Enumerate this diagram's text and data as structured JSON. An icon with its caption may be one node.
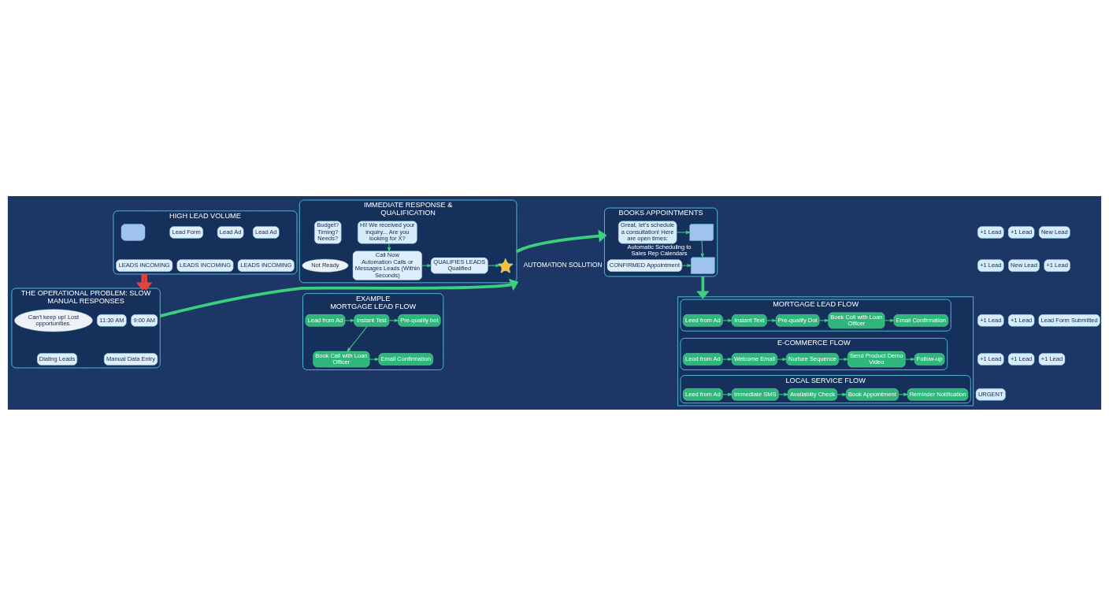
{
  "diagram": {
    "nodes": [
      {
        "text": [
          "HIGH LEAD VOLUME"
        ]
      },
      {
        "text": [
          "Lead Ad"
        ],
        "in": 0
      },
      {
        "text": [
          "Lead Ad"
        ],
        "in": 0
      },
      {
        "text": [
          "Lead Form"
        ],
        "in": 0
      },
      {
        "text": [],
        "shape": "box",
        "in": 0
      },
      {
        "text": [
          "LEADS INCOMING"
        ],
        "in": 0
      },
      {
        "text": [
          "LEADS INCOMING"
        ],
        "in": 0
      },
      {
        "text": [
          "LEADS INCOMING"
        ],
        "in": 0
      },
      {
        "text": [
          "THE OPERATIONAL PROBLEM: SLOW MANUAL RESPONSES"
        ]
      },
      {
        "text": [
          "9:00 AM"
        ],
        "in": 8
      },
      {
        "text": [
          "11:30 AM"
        ],
        "in": 8
      },
      {
        "text": [
          "Can't keep up! Lost opportunities."
        ],
        "in": 8
      },
      {
        "text": [
          "Manual Data Entry"
        ],
        "in": 8
      },
      {
        "text": [
          "Dialing Leads"
        ],
        "in": 8
      },
      {
        "text": [
          "IMMEDIATE RESPONSE & QUALIFICATION"
        ]
      },
      {
        "text": [
          "Hi! We received your inquiry... Are you looking for X?"
        ],
        "in": 14
      },
      {
        "text": [
          "Budget?",
          "Timing?",
          "Needs?"
        ],
        "in": 14
      },
      {
        "text": [
          "Call Now",
          "Automation Calls or Messages Leads (Within Seconds)"
        ],
        "in": 14
      },
      {
        "text": [
          "QUALIFIES LEADS",
          "Qualified"
        ],
        "in": 14
      },
      {
        "text": [],
        "shape": "star",
        "in": 14
      },
      {
        "text": [
          "Not Ready"
        ],
        "in": 14
      },
      {
        "text": [
          "BOOKS APPOINTMENTS"
        ]
      },
      {
        "text": [
          "Great, let's schedule a consultation! Here are open times:"
        ],
        "in": 21
      },
      {
        "text": [],
        "shape": "picture",
        "in": 21
      },
      {
        "text": [
          "CONFIRMED Appointment"
        ],
        "in": 21
      },
      {
        "text": [],
        "shape": "picture",
        "in": 21,
        "beside": [
          "Automatic Scheduling to Sales Rep Calendars"
        ]
      },
      {
        "text": [
          "EXAMPLE",
          "MORTGAGE LEAD FLOW"
        ]
      },
      {
        "text": [
          "Lead from Ad"
        ],
        "in": 26
      },
      {
        "text": [
          "Instant Test"
        ],
        "in": 26
      },
      {
        "text": [
          "Pre-qualify bot"
        ],
        "in": 26
      },
      {
        "text": [
          "Book Call with Loan Officer"
        ],
        "in": 26
      },
      {
        "text": [
          "Email Confirmation"
        ],
        "in": 26
      },
      {
        "text": [],
        "shape": "box"
      },
      {
        "text": [
          "MORTGAGE LEAD FLOW"
        ],
        "in": 32
      },
      {
        "text": [
          "Leed from Ad"
        ],
        "in": 33
      },
      {
        "text": [
          "Instant Text"
        ],
        "in": 33
      },
      {
        "text": [
          "Pre-qualify Dot"
        ],
        "in": 33
      },
      {
        "text": [
          "Boek Coll with Loan Officer"
        ],
        "in": 33
      },
      {
        "text": [
          "Email Confirmation"
        ],
        "in": 33
      },
      {
        "text": [
          "E-COMMERCE FLOW"
        ],
        "in": 32
      },
      {
        "text": [
          "Leod from Ad"
        ],
        "in": 39
      },
      {
        "text": [
          "Welcome Email"
        ],
        "in": 39
      },
      {
        "text": [
          "Nurture Sequence"
        ],
        "in": 39
      },
      {
        "text": [
          "Send Product Demo Video"
        ],
        "in": 39
      },
      {
        "text": [
          "Follow-up"
        ],
        "in": 39
      },
      {
        "text": [
          "LOCAL SERVICE FLOW"
        ],
        "in": 32
      },
      {
        "text": [
          "Leed from Ad"
        ],
        "in": 45
      },
      {
        "text": [
          "Immediate SMS"
        ],
        "in": 45
      },
      {
        "text": [
          "Availablity Check"
        ],
        "in": 45
      },
      {
        "text": [
          "Book Appointment"
        ],
        "in": 45
      },
      {
        "text": [
          "Reminder Notification"
        ],
        "in": 45
      }
    ],
    "edges": [
      {
        "from": 0,
        "to": 8,
        "arrow": "to",
        "style": "thick",
        "color": "#e0443e"
      },
      {
        "from": 0,
        "to": 8,
        "arrow": "to",
        "style": "thick",
        "color": "#e0443e"
      },
      {
        "from": 8,
        "to": 14,
        "arrow": "to",
        "style": "thick",
        "label": "AUTOMATION SOLUTION"
      },
      {
        "from": 15,
        "to": 17,
        "arrow": "to"
      },
      {
        "from": 17,
        "to": 18,
        "arrow": "to"
      },
      {
        "from": 18,
        "to": 19,
        "arrow": "to"
      },
      {
        "from": 14,
        "to": 21,
        "arrow": "to",
        "style": "thick"
      },
      {
        "from": 22,
        "to": 23,
        "arrow": "to"
      },
      {
        "from": 23,
        "to": 25,
        "arrow": "to"
      },
      {
        "from": 24,
        "to": 25,
        "arrow": "to"
      },
      {
        "from": 21,
        "to": 32,
        "arrow": "to",
        "style": "thick"
      },
      {
        "from": 27,
        "to": 28,
        "arrow": "to"
      },
      {
        "from": 28,
        "to": 29,
        "arrow": "to"
      },
      {
        "from": 28,
        "to": 30,
        "arrow": "to"
      },
      {
        "from": 30,
        "to": 31,
        "arrow": "to"
      },
      {
        "from": 34,
        "to": 35,
        "arrow": "to"
      },
      {
        "from": 35,
        "to": 36,
        "arrow": "to"
      },
      {
        "from": 36,
        "to": 37,
        "arrow": "to"
      },
      {
        "from": 37,
        "to": 38,
        "arrow": "to"
      },
      {
        "from": 40,
        "to": 41,
        "arrow": "to"
      },
      {
        "from": 41,
        "to": 42,
        "arrow": "to"
      },
      {
        "from": 42,
        "to": 43,
        "arrow": "to"
      },
      {
        "from": 43,
        "to": 44,
        "arrow": "to"
      },
      {
        "from": 46,
        "to": 47,
        "arrow": "to"
      },
      {
        "from": 47,
        "to": 48,
        "arrow": "to"
      },
      {
        "from": 48,
        "to": 49,
        "arrow": "to"
      },
      {
        "from": 49,
        "to": 50,
        "arrow": "to"
      }
    ],
    "labels": [
      "+1 Lead",
      "+1 Lead",
      "New Lead",
      "+1 Lead",
      "New Lead",
      "+1 Lead",
      "+1 Lead",
      "+1 Lead",
      "Lead Form Submitted",
      "+1 Lead",
      "+1 Lead",
      "+1 Lead",
      "URGENT"
    ]
  }
}
